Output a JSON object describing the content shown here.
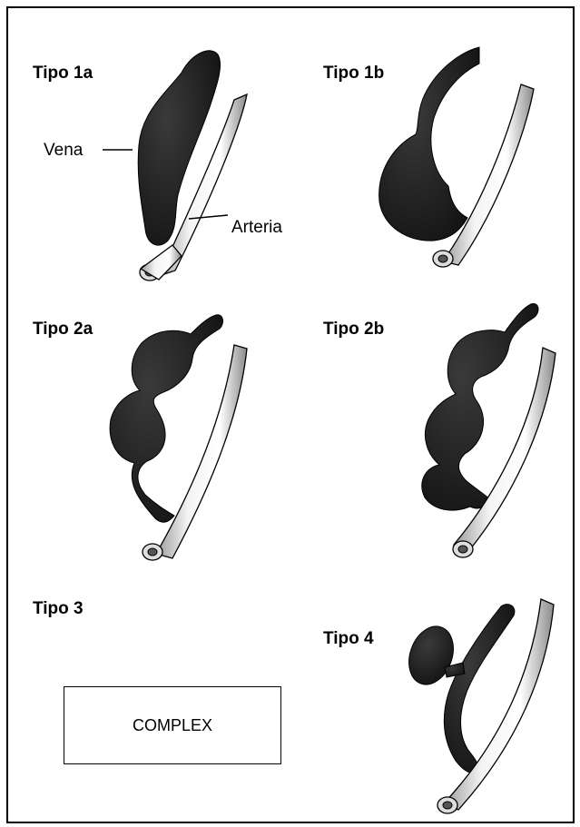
{
  "panels": [
    {
      "label": "Tipo 1a"
    },
    {
      "label": "Tipo 1b"
    },
    {
      "label": "Tipo 2a"
    },
    {
      "label": "Tipo 2b"
    },
    {
      "label": "Tipo 3"
    },
    {
      "label": "Tipo 4"
    }
  ],
  "annotations": {
    "vein": "Vena",
    "artery": "Arteria"
  },
  "complex_box": "COMPLEX",
  "colors": {
    "vein": "#1c1c1c",
    "artery_fill": "#efefef",
    "outline": "#000000",
    "frame": "#000000"
  }
}
